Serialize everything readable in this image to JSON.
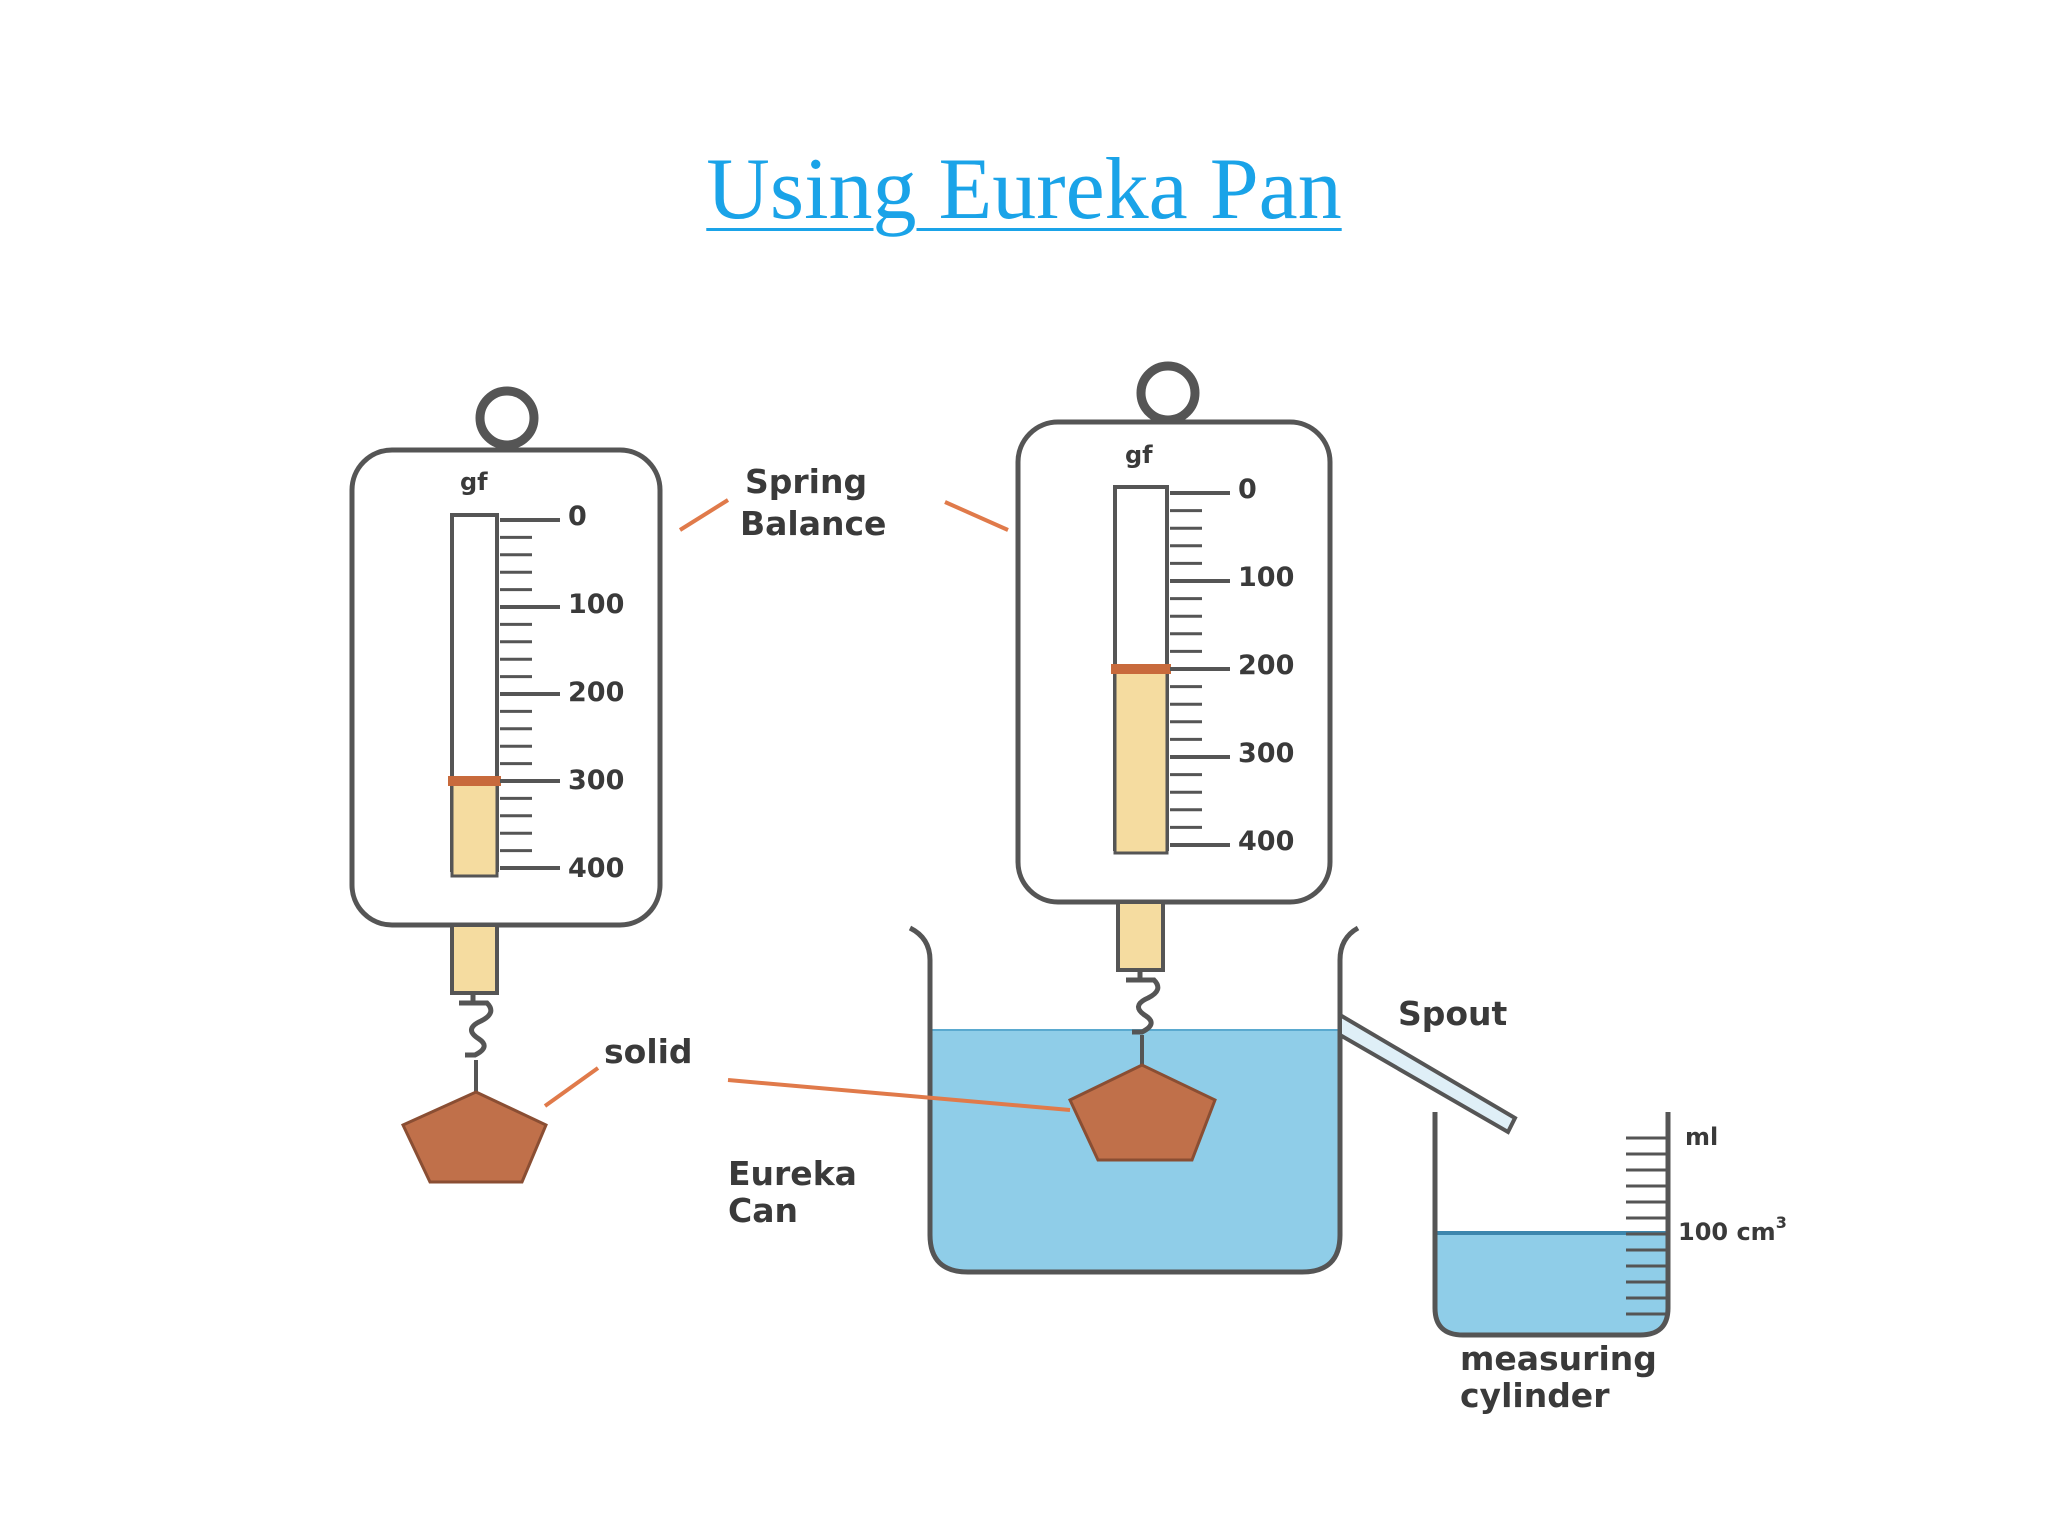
{
  "slide": {
    "title": "Using Eureka Pan"
  },
  "colors": {
    "title": "#1aa3e8",
    "water": "#8fcde8",
    "water_edge": "#5aa9cf",
    "solid": "#c0704a",
    "solid_edge": "#8a4e33",
    "pointer": "#c86a3c",
    "scale_fill": "#f5dca0",
    "outline": "#555555",
    "leader": "#e07a4a"
  },
  "diagram": {
    "unit_balance": "gf",
    "scale_ticks": [
      "0",
      "100",
      "200",
      "300",
      "400"
    ],
    "left_balance_reading": 300,
    "right_balance_reading": 200,
    "labels": {
      "spring_balance_line1": "Spring",
      "spring_balance_line2": "Balance",
      "solid": "solid",
      "spout": "Spout",
      "eureka_line1": "Eureka",
      "eureka_line2": "Can",
      "cylinder_unit": "ml",
      "cylinder_volume": "100 cm",
      "cylinder_volume_sup": "3",
      "cylinder_line1": "measuring",
      "cylinder_line2": "cylinder"
    }
  }
}
